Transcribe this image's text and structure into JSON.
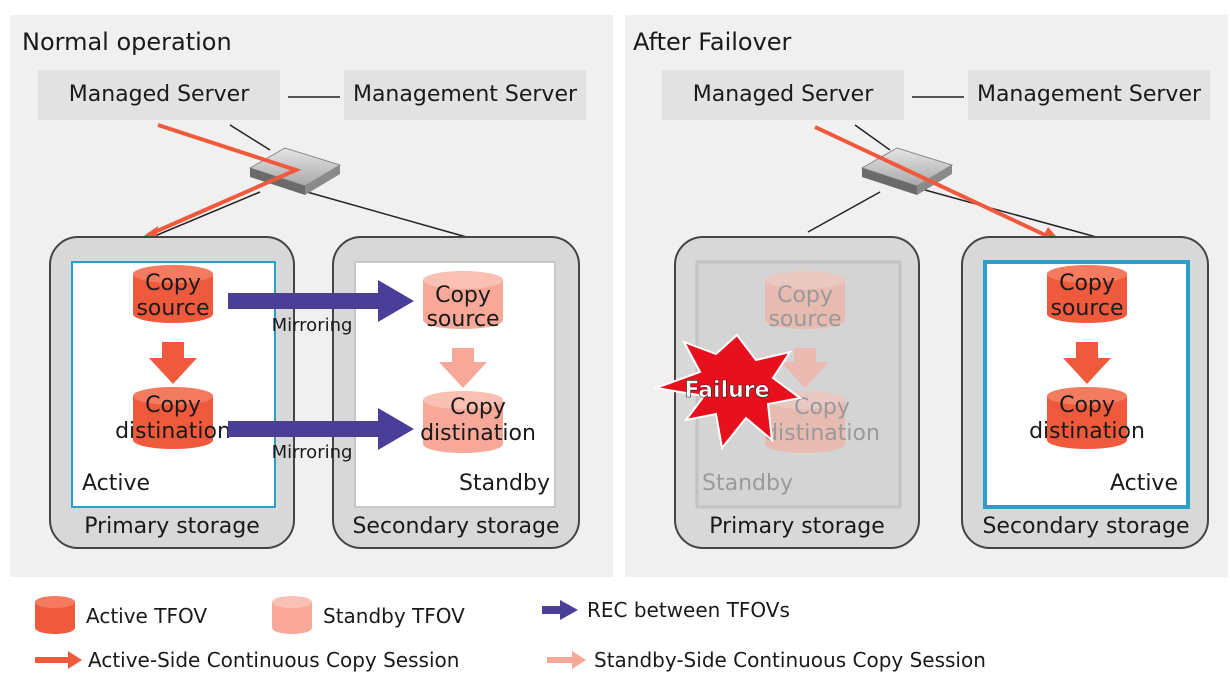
{
  "panels": [
    {
      "title": "Normal operation",
      "managed_server": "Managed Server",
      "management_server": "Management Server",
      "left_storage": {
        "name": "Primary storage",
        "state": "Active",
        "src_line1": "Copy",
        "src_line2": "source",
        "dst_line1": "Copy",
        "dst_line2": "distination"
      },
      "right_storage": {
        "name": "Secondary storage",
        "state": "Standby",
        "src_line1": "Copy",
        "src_line2": "source",
        "dst_line1": "Copy",
        "dst_line2": "distination"
      },
      "mirror_label_1": "Mirroring",
      "mirror_label_2": "Mirroring"
    },
    {
      "title": "After Failover",
      "managed_server": "Managed Server",
      "management_server": "Management Server",
      "left_storage": {
        "name": "Primary storage",
        "state": "Standby",
        "src_line1": "Copy",
        "src_line2": "source",
        "dst_line1": "Copy",
        "dst_line2": "distination"
      },
      "right_storage": {
        "name": "Secondary storage",
        "state": "Active",
        "src_line1": "Copy",
        "src_line2": "source",
        "dst_line1": "Copy",
        "dst_line2": "distination"
      },
      "failure_label": "Failure"
    }
  ],
  "legend": {
    "active_tfov": "Active TFOV",
    "standby_tfov": "Standby TFOV",
    "rec": "REC between TFOVs",
    "active_session": "Active-Side Continuous Copy Session",
    "standby_session": "Standby-Side Continuous Copy Session"
  },
  "colors": {
    "active": "#f05a3c",
    "standby": "#f8a898",
    "rec": "#4a3e98",
    "active_box_border": "#2aa0c8",
    "failure": "#e8101c",
    "panel_bg": "#f0f0f0",
    "server_bg": "#e4e4e4",
    "storage_bg": "#d8d8d8"
  }
}
